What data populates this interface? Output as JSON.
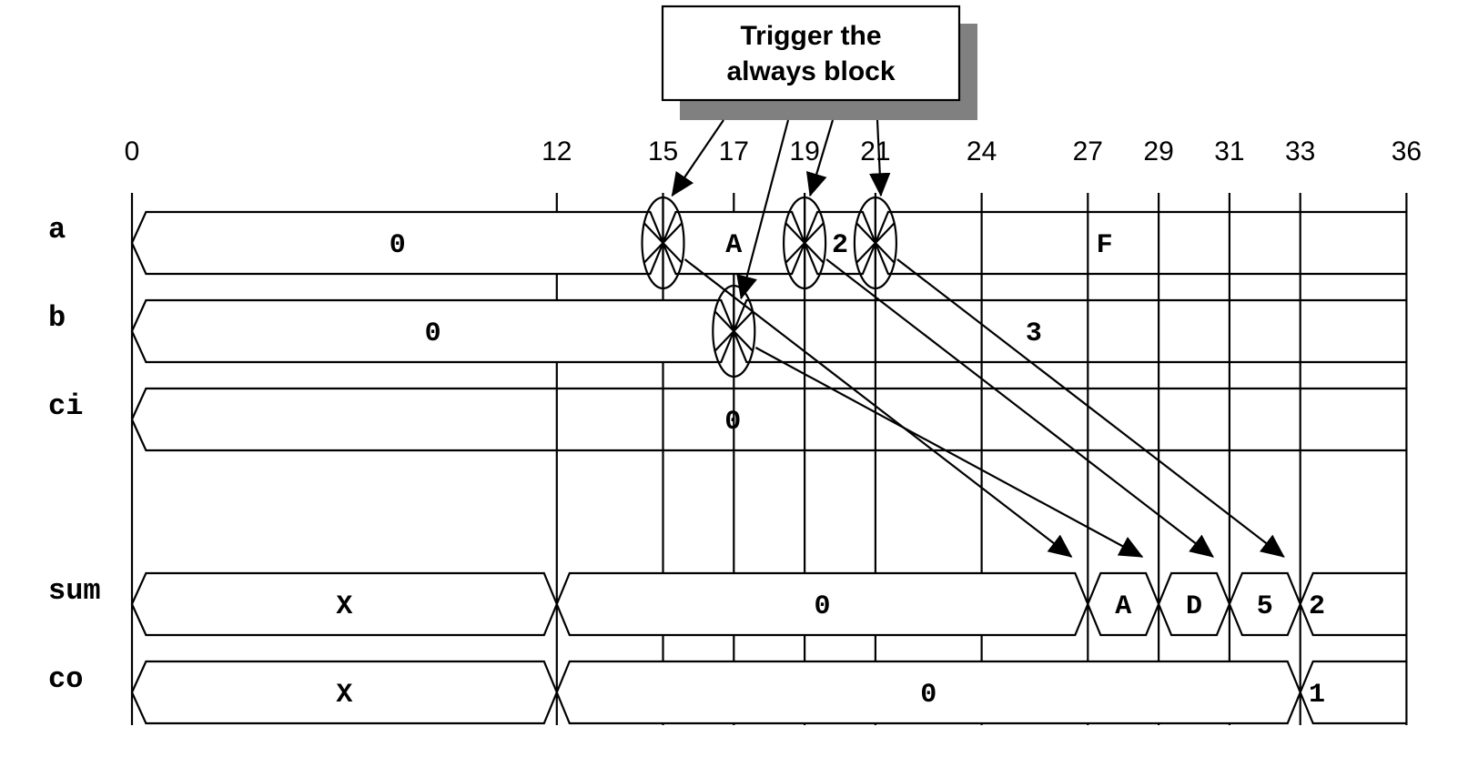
{
  "timeline": {
    "ticks": [
      0,
      12,
      15,
      17,
      19,
      21,
      24,
      27,
      29,
      31,
      33,
      36
    ],
    "tick_labels": [
      "0",
      "12",
      "15",
      "17",
      "19",
      "21",
      "24",
      "27",
      "29",
      "31",
      "33",
      "36"
    ]
  },
  "callout": {
    "line1": "Trigger the",
    "line2": "always block",
    "trigger_times": [
      15,
      17,
      19,
      21
    ]
  },
  "signals": [
    {
      "name": "a",
      "segments": [
        {
          "start": 0,
          "end": 15,
          "value": "0"
        },
        {
          "start": 15,
          "end": 19,
          "value": "A"
        },
        {
          "start": 19,
          "end": 21,
          "value": "2"
        },
        {
          "start": 21,
          "end": 36,
          "value": "F"
        }
      ],
      "events": [
        15,
        19,
        21
      ]
    },
    {
      "name": "b",
      "segments": [
        {
          "start": 0,
          "end": 17,
          "value": "0"
        },
        {
          "start": 17,
          "end": 36,
          "value": "3"
        }
      ],
      "events": [
        17
      ]
    },
    {
      "name": "ci",
      "segments": [
        {
          "start": 0,
          "end": 36,
          "value": "0"
        }
      ],
      "events": []
    },
    {
      "name": "sum",
      "segments": [
        {
          "start": 0,
          "end": 12,
          "value": "X"
        },
        {
          "start": 12,
          "end": 27,
          "value": "0"
        },
        {
          "start": 27,
          "end": 29,
          "value": "A"
        },
        {
          "start": 29,
          "end": 31,
          "value": "D"
        },
        {
          "start": 31,
          "end": 33,
          "value": "5"
        },
        {
          "start": 33,
          "end": 36,
          "value": "2"
        }
      ],
      "events": []
    },
    {
      "name": "co",
      "segments": [
        {
          "start": 0,
          "end": 12,
          "value": "X"
        },
        {
          "start": 12,
          "end": 33,
          "value": "0"
        },
        {
          "start": 33,
          "end": 36,
          "value": "1"
        }
      ],
      "events": []
    }
  ],
  "propagation": [
    {
      "from_time": 15,
      "to_time": 27
    },
    {
      "from_time": 17,
      "to_time": 29
    },
    {
      "from_time": 19,
      "to_time": 31
    },
    {
      "from_time": 21,
      "to_time": 33
    }
  ],
  "colors": {
    "line": "#000000",
    "shadow": "#808080",
    "background": "#ffffff"
  }
}
